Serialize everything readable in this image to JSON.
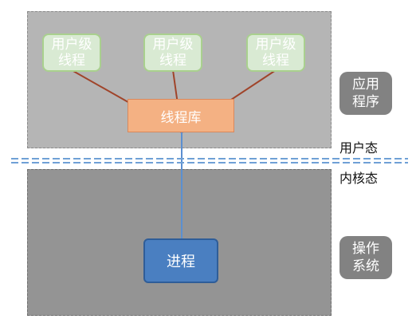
{
  "user_threads": [
    {
      "label": "用户级\n线程"
    },
    {
      "label": "用户级\n线程"
    },
    {
      "label": "用户级\n线程"
    }
  ],
  "thread_library": {
    "label": "线程库"
  },
  "process": {
    "label": "进程"
  },
  "side_tags": {
    "application": "应用\n程序",
    "operating_system": "操作\n系统"
  },
  "states": {
    "user_mode": "用户态",
    "kernel_mode": "内核态"
  },
  "colors": {
    "user_space_bg": "#b5b5b5",
    "kernel_space_bg": "#949494",
    "thread_fill": "#d9ead3",
    "library_fill": "#f4b183",
    "process_fill": "#4a7fc1",
    "connector_red": "#a0442a",
    "connector_blue": "#5b8fd0",
    "divider": "#6fa0d6"
  }
}
